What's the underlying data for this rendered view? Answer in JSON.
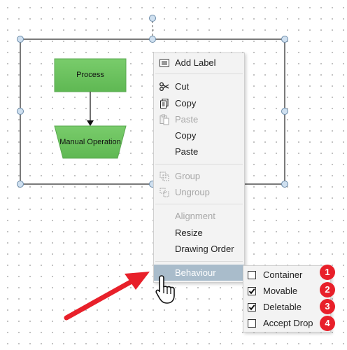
{
  "diagram": {
    "node_process": "Process",
    "node_manual": "Manual Operation"
  },
  "context_menu": {
    "add_label": "Add Label",
    "cut": "Cut",
    "copy_1": "Copy",
    "paste_1": "Paste",
    "copy_2": "Copy",
    "paste_2": "Paste",
    "group": "Group",
    "ungroup": "Ungroup",
    "alignment": "Alignment",
    "resize": "Resize",
    "drawing_order": "Drawing Order",
    "behaviour": "Behaviour"
  },
  "behaviour_submenu": {
    "items": [
      {
        "label": "Container",
        "checked": false,
        "badge": "1"
      },
      {
        "label": "Movable",
        "checked": true,
        "badge": "2"
      },
      {
        "label": "Deletable",
        "checked": true,
        "badge": "3"
      },
      {
        "label": "Accept Drop",
        "checked": false,
        "badge": "4"
      }
    ]
  },
  "colors": {
    "shape_fill": "#6cc35f",
    "menu_bg": "#f3f3f3",
    "menu_selected": "#a9bccb",
    "badge": "#e8202a",
    "arrow": "#e8202a"
  }
}
